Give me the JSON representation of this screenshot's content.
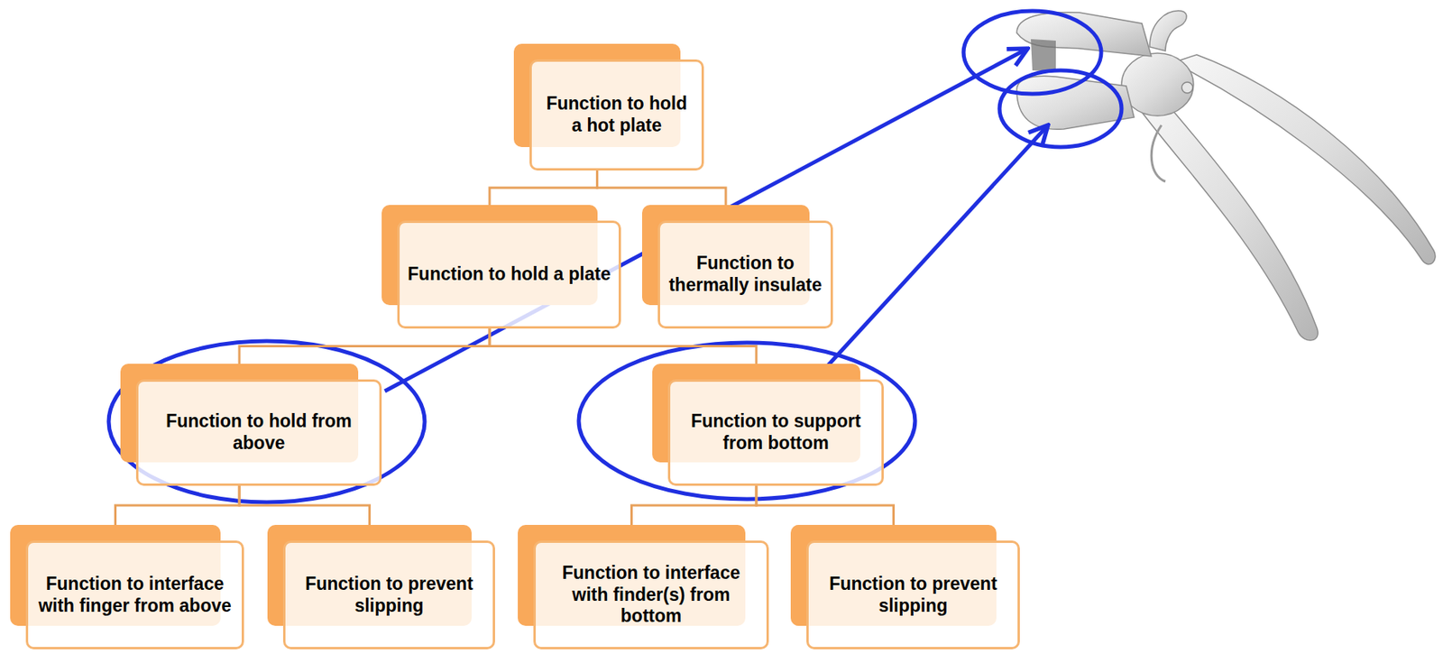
{
  "diagram": {
    "nodes": [
      {
        "text": [
          "Function to hold a hot plate"
        ]
      },
      {
        "text": [
          "Function to hold a plate"
        ]
      },
      {
        "text": [
          "Function to thermally insulate"
        ]
      },
      {
        "text": [
          "Function to hold from above"
        ]
      },
      {
        "text": [
          "Function to support from bottom"
        ]
      },
      {
        "text": [
          "Function to interface with finger from above"
        ]
      },
      {
        "text": [
          "Function to prevent slipping"
        ]
      },
      {
        "text": [
          "Function to interface with finder(s) from bottom"
        ]
      },
      {
        "text": [
          "Function to prevent slipping"
        ]
      }
    ],
    "edges": [
      {
        "from": 0,
        "to": 1,
        "arrow": "none"
      },
      {
        "from": 0,
        "to": 2,
        "arrow": "none"
      },
      {
        "from": 1,
        "to": 3,
        "arrow": "none"
      },
      {
        "from": 1,
        "to": 4,
        "arrow": "none"
      },
      {
        "from": 3,
        "to": 5,
        "arrow": "none"
      },
      {
        "from": 3,
        "to": 6,
        "arrow": "none"
      },
      {
        "from": 4,
        "to": 7,
        "arrow": "none"
      },
      {
        "from": 4,
        "to": 8,
        "arrow": "none"
      }
    ]
  }
}
